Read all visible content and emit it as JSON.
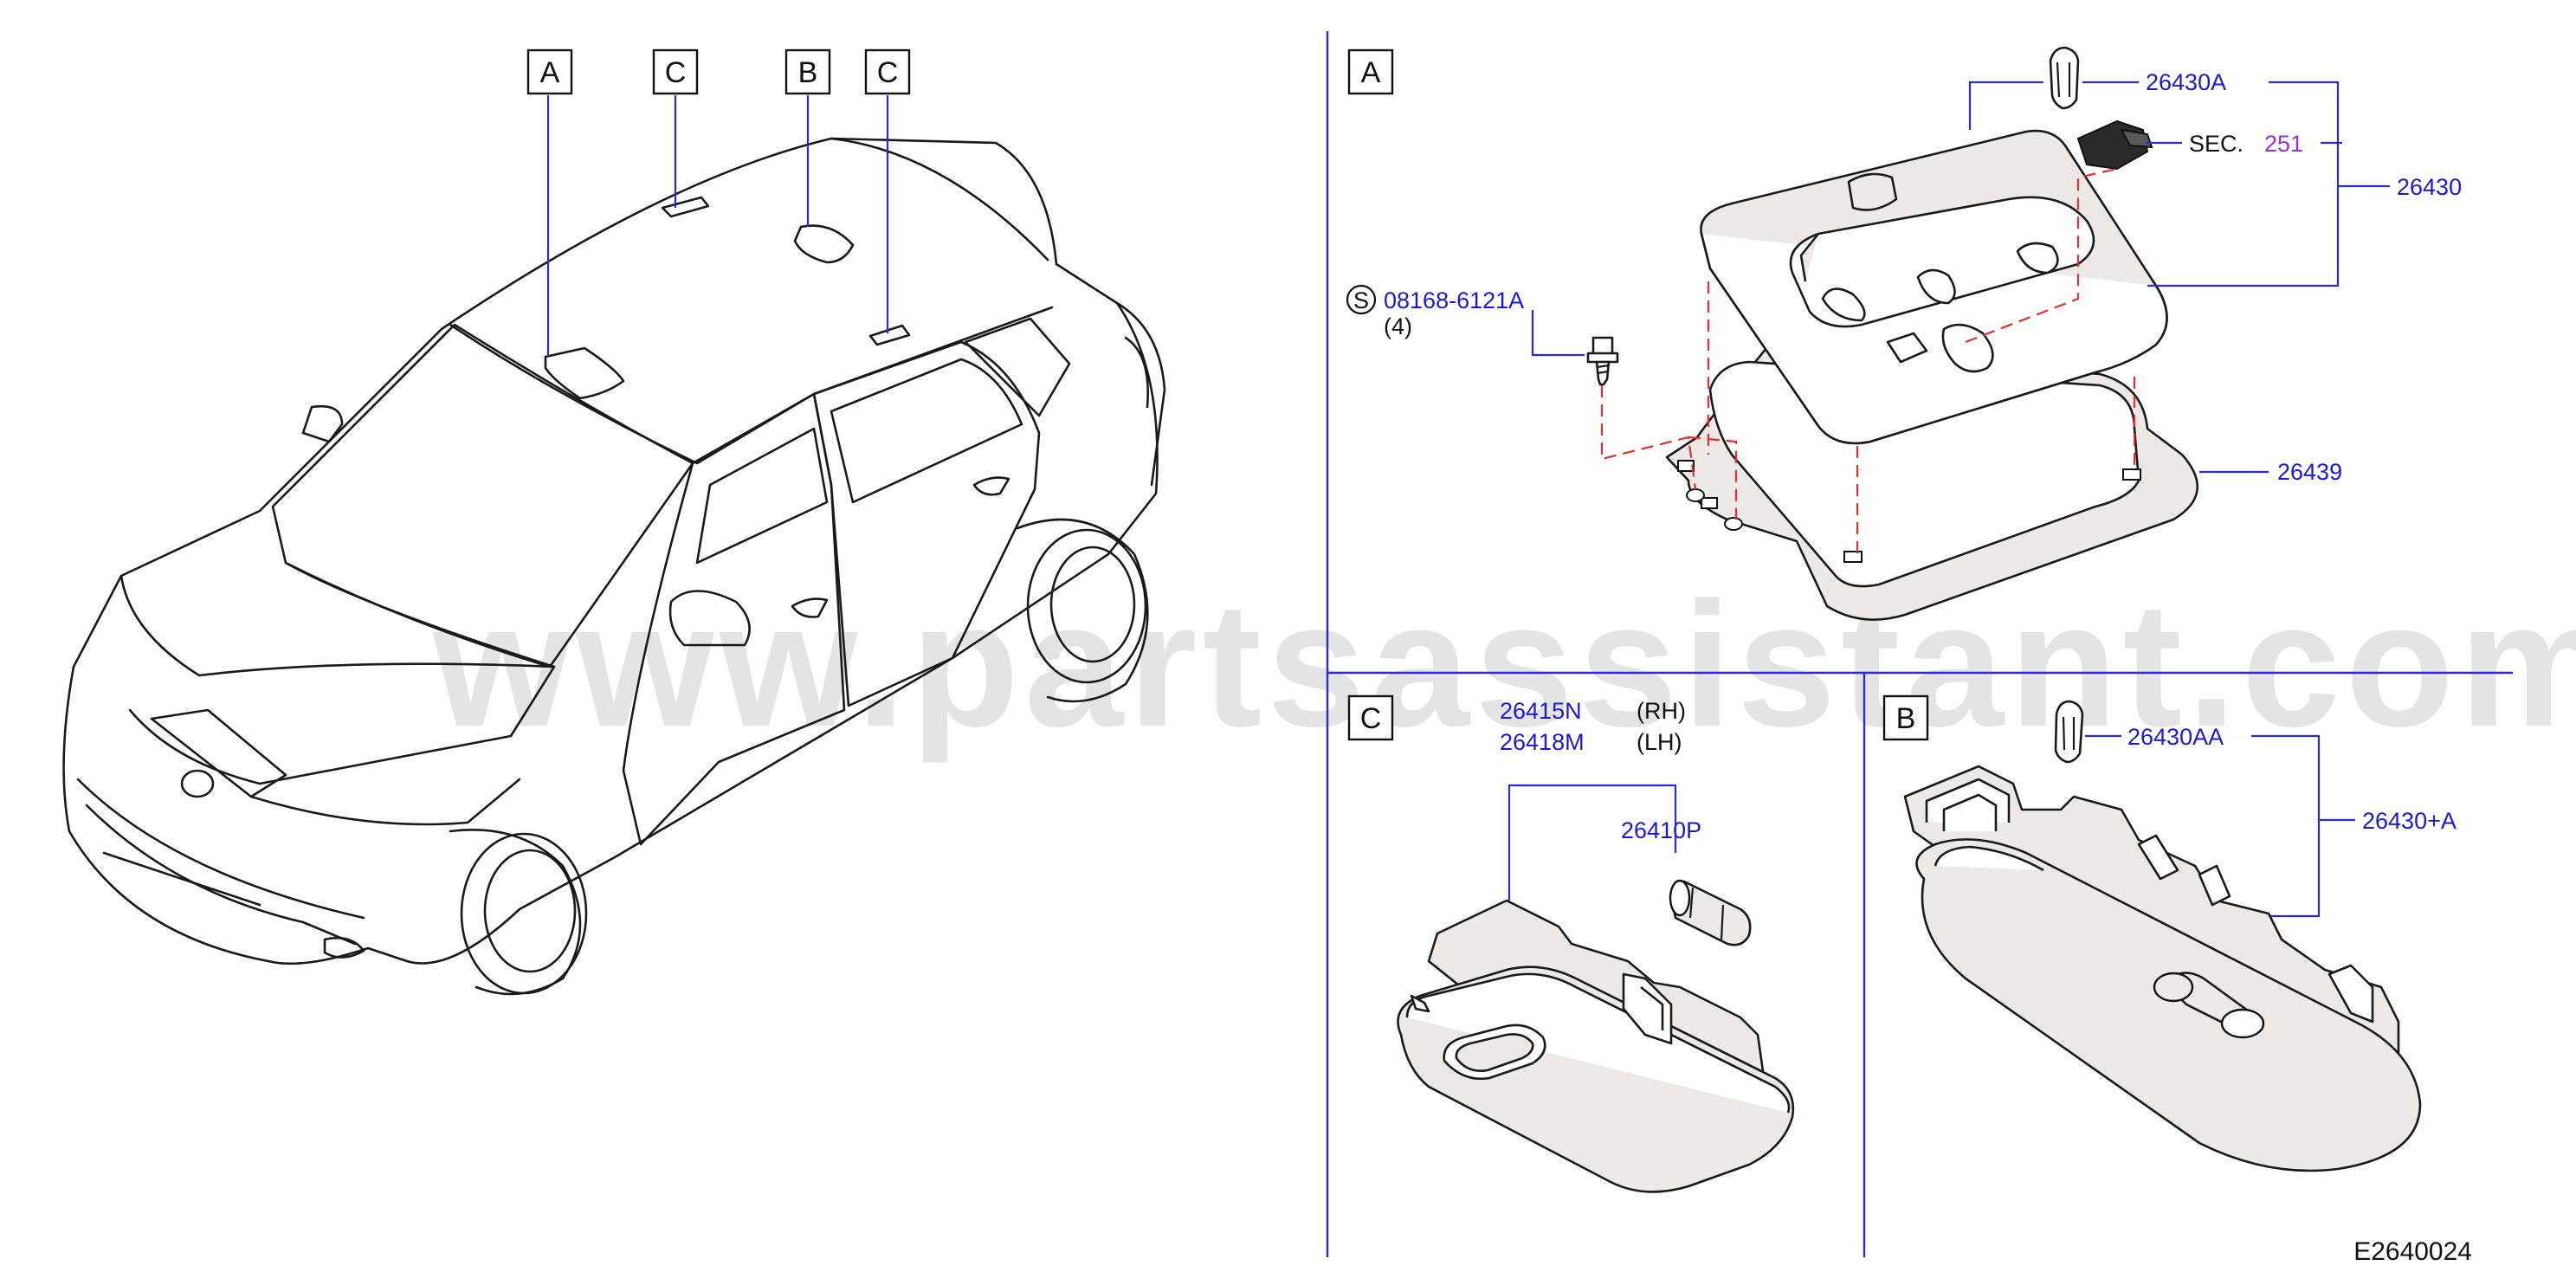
{
  "overview": {
    "callouts": [
      "A",
      "C",
      "B",
      "C"
    ]
  },
  "watermark": "www.partsassistant.com",
  "detail_a": {
    "box": "A",
    "part_26430A": "26430A",
    "sec_prefix": "SEC.",
    "sec_number": "251",
    "part_26430": "26430",
    "bolt_symbol": "S",
    "bolt_part": "08168-6121A",
    "bolt_qty": "(4)",
    "part_26439": "26439"
  },
  "detail_c": {
    "box": "C",
    "part_rh": "26415N",
    "rh": "(RH)",
    "part_lh": "26418M",
    "lh": "(LH)",
    "part_bulb": "26410P"
  },
  "detail_b": {
    "box": "B",
    "part_clip": "26430AA",
    "part_assembly": "26430+A"
  },
  "diagram_code": "E2640024",
  "colors": {
    "part_numbers": "#1a1ad6",
    "section_number": "#9b30d9",
    "separators": "#2c2ccc",
    "hidden_lines": "#e23030"
  }
}
